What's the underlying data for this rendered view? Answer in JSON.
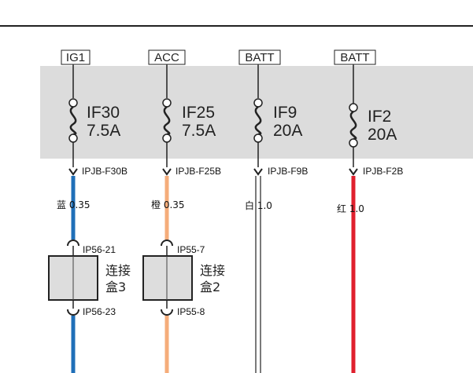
{
  "sources": [
    {
      "label": "IG1"
    },
    {
      "label": "ACC"
    },
    {
      "label": "BATT"
    },
    {
      "label": "BATT"
    }
  ],
  "fuses": [
    {
      "name": "IF30",
      "rating": "7.5A",
      "connector": "IPJB-F30B"
    },
    {
      "name": "IF25",
      "rating": "7.5A",
      "connector": "IPJB-F25B"
    },
    {
      "name": "IF9",
      "rating": "20A",
      "connector": "IPJB-F9B"
    },
    {
      "name": "IF2",
      "rating": "20A",
      "connector": "IPJB-F2B"
    }
  ],
  "wires": [
    {
      "label": "蓝 0.35",
      "color": "#1f6fb8"
    },
    {
      "label": "橙 0.35",
      "color": "#f5ac7a"
    },
    {
      "label": "白 1.0",
      "color": "#ffffff"
    },
    {
      "label": "红 1.0",
      "color": "#e0202e"
    }
  ],
  "junction_boxes": [
    {
      "line1": "连接",
      "line2": "盒3",
      "connector_in": "IP56-21",
      "connector_out": "IP56-23"
    },
    {
      "line1": "连接",
      "line2": "盒2",
      "connector_in": "IP55-7",
      "connector_out": "IP55-8"
    }
  ],
  "colors": {
    "fuse_panel": "#dcdcdc",
    "line": "#222222",
    "junction_box_fill": "#dddddd"
  }
}
